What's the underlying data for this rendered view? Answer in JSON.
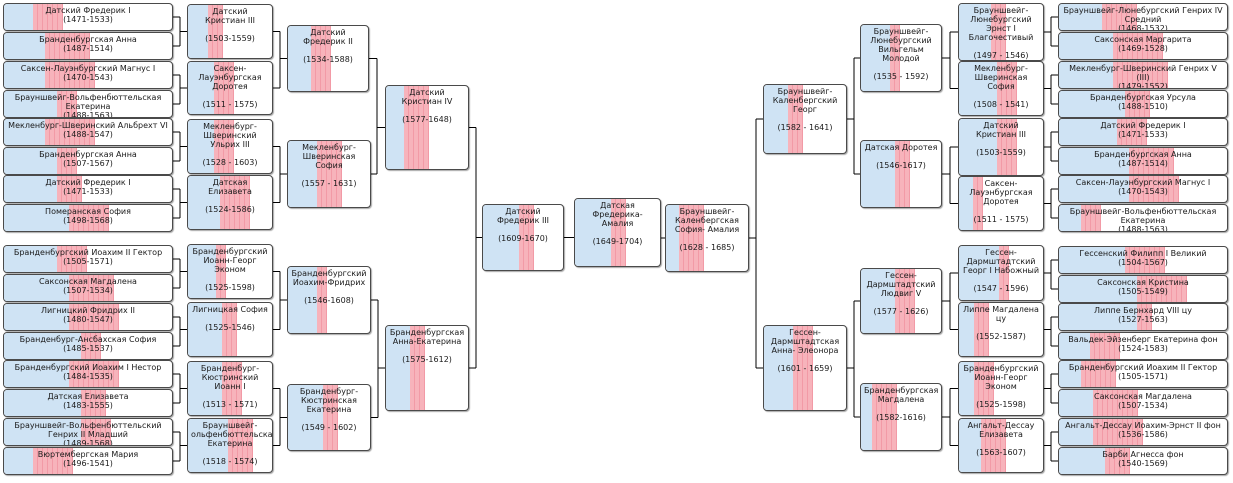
{
  "people": {
    "c": {
      "name": "Датская Фредерика-Амалия",
      "years": "(1649-1704)"
    },
    "f": {
      "name": "Датский Фредерик III",
      "years": "(1609-1670)"
    },
    "m": {
      "name": "Брауншвейг-Каленбергская София- Амалия",
      "years": "(1628 - 1685)"
    },
    "ff": {
      "name": "Датский Кристиан IV",
      "years": "(1577-1648)"
    },
    "fm": {
      "name": "Бранденбургская Анна-Екатерина",
      "years": "(1575-1612)"
    },
    "fff": {
      "name": "Датский Фредерик II",
      "years": "(1534-1588)"
    },
    "ffm": {
      "name": "Мекленбург-Шверинская София",
      "years": "(1557 - 1631)"
    },
    "fmf": {
      "name": "Бранденбургский Иоахим-Фридрих",
      "years": "(1546-1608)"
    },
    "fmm": {
      "name": "Бранденбург-Кюстринская Екатерина",
      "years": "(1549 - 1602)"
    },
    "ffff": {
      "name": "Датский Кристиан III",
      "years": "(1503-1559)"
    },
    "fffm": {
      "name": "Саксен-Лауэнбургская Доротея",
      "years": "(1511 - 1575)"
    },
    "ffmf": {
      "name": "Мекленбург-Шверинский Ульрих III",
      "years": "(1528 - 1603)"
    },
    "ffmm": {
      "name": "Датская Елизавета",
      "years": "(1524-1586)"
    },
    "fmff": {
      "name": "Бранденбургский Иоанн-Георг Эконом",
      "years": "(1525-1598)"
    },
    "fmfm": {
      "name": "Лигницкая София",
      "years": "(1525-1546)"
    },
    "fmmf": {
      "name": "Бранденбург-Кюстринский Иоанн I",
      "years": "(1513 - 1571)"
    },
    "fmmm": {
      "name": "Брауншвейг-ольфенбюттельска Екатерина",
      "years": "(1518 - 1574)"
    },
    "fffff": {
      "name": "Датский Фредерик I",
      "years": "(1471-1533)"
    },
    "ffffm": {
      "name": "Бранденбургская Анна",
      "years": "(1487-1514)"
    },
    "fffmf": {
      "name": "Саксен-Лауэнбургский Магнус I",
      "years": "(1470-1543)"
    },
    "fffmm": {
      "name": "Брауншвейг-Вольфенбюттельская Екатерина",
      "years": "(1488-1563)"
    },
    "ffmff": {
      "name": "Мекленбург-Шверинский Альбрехт VI",
      "years": "(1488-1547)"
    },
    "ffmfm": {
      "name": "Бранденбургская Анна",
      "years": "(1507-1567)"
    },
    "ffmmf": {
      "name": "Датский Фредерик I",
      "years": "(1471-1533)"
    },
    "ffmmm": {
      "name": "Померанская София",
      "years": "(1498-1568)"
    },
    "fmfff": {
      "name": "Бранденбургский Иоахим II Гектор",
      "years": "(1505-1571)"
    },
    "fmffm": {
      "name": "Саксонская Магдалена",
      "years": "(1507-1534)"
    },
    "fmfmf": {
      "name": "Лигницкий Фридрих II",
      "years": "(1480-1547)"
    },
    "fmfmm": {
      "name": "Бранденбург-Ансбахская София",
      "years": "(1485-1537)"
    },
    "fmmff": {
      "name": "Бранденбургский Иоахим I Нестор",
      "years": "(1484-1535)"
    },
    "fmmfm": {
      "name": "Датская Елизавета",
      "years": "(1483-1555)"
    },
    "fmmmf": {
      "name": "Брауншвейг-Вольфенбюттельский Генрих II Младший",
      "years": "(1489-1568)"
    },
    "fmmmm": {
      "name": "Вюртембергская Мария",
      "years": "(1496-1541)"
    },
    "mf": {
      "name": "Брауншвейг-Каленбергский Георг",
      "years": "(1582 - 1641)"
    },
    "mm": {
      "name": "Гессен-Дармштадтская Анна- Элеонора",
      "years": "(1601 - 1659)"
    },
    "mff": {
      "name": "Брауншвейг-Люнебургский Вильгельм Молодой",
      "years": "(1535 - 1592)"
    },
    "mfm": {
      "name": "Датская Доротея",
      "years": "(1546-1617)"
    },
    "mmf": {
      "name": "Гессен-Дармштадтский Людвиг V",
      "years": "(1577 - 1626)"
    },
    "mmm": {
      "name": "Бранденбургская Магдалена",
      "years": "(1582-1616)"
    },
    "mfff": {
      "name": "Брауншвейг-Люнебургский Эрнст I Благочестивый",
      "years": "(1497 - 1546)"
    },
    "mffm": {
      "name": "Мекленбург-Шверинская София",
      "years": "(1508 - 1541)"
    },
    "mfmf": {
      "name": "Датский Кристиан III",
      "years": "(1503-1559)"
    },
    "mfmm": {
      "name": "Саксен-Лауэнбургская Доротея",
      "years": "(1511 - 1575)"
    },
    "mmff": {
      "name": "Гессен-Дармштадтский Георг I Набожный",
      "years": "(1547 - 1596)"
    },
    "mmfm": {
      "name": "Липпе Магдалена цу",
      "years": "(1552-1587)"
    },
    "mmmf": {
      "name": "Бранденбургский Иоанн-Георг Эконом",
      "years": "(1525-1598)"
    },
    "mmmm": {
      "name": "Ангальт-Дессау Елизавета",
      "years": "(1563-1607)"
    },
    "mffff": {
      "name": "Брауншвейг-Люнебургский Генрих IV Средний",
      "years": "(1468-1532)"
    },
    "mfffm": {
      "name": "Саксонская Маргарита",
      "years": "(1469-1528)"
    },
    "mffmf": {
      "name": "Мекленбург-Шверинский Генрих V (III)",
      "years": "(1479-1552)"
    },
    "mffmm": {
      "name": "Бранденбургская Урсула",
      "years": "(1488-1510)"
    },
    "mfmff": {
      "name": "Датский Фредерик I",
      "years": "(1471-1533)"
    },
    "mfmfm": {
      "name": "Бранденбургская Анна",
      "years": "(1487-1514)"
    },
    "mfmmf": {
      "name": "Саксен-Лауэнбургский Магнус I",
      "years": "(1470-1543)"
    },
    "mfmmm": {
      "name": "Брауншвейг-Вольфенбюттельская Екатерина",
      "years": "(1488-1563)"
    },
    "mmfff": {
      "name": "Гессенский Филипп I Великий",
      "years": "(1504-1567)"
    },
    "mmffm": {
      "name": "Саксонская Кристина",
      "years": "(1505-1549)"
    },
    "mmfmf": {
      "name": "Липпе Бернхард VIII цу",
      "years": "(1527-1563)"
    },
    "mmfmm": {
      "name": "Вальдек-Эйзенберг Екатерина фон",
      "years": "(1524-1583)"
    },
    "mmmff": {
      "name": "Бранденбургский Иоахим II Гектор",
      "years": "(1505-1571)"
    },
    "mmmfm": {
      "name": "Саксонская Магдалена",
      "years": "(1507-1534)"
    },
    "mmmmf": {
      "name": "Ангальт-Дессау Иоахим-Эрнст II фон",
      "years": "(1536-1586)"
    },
    "mmmmm": {
      "name": "Барби Агнесса фон",
      "years": "(1540-1569)"
    }
  },
  "colors": {
    "line": "#000000",
    "border": "#4a4a4a",
    "male_bar": "#cfe3f4",
    "female_bar": "#f7b3bb",
    "divider": "#f29aa6"
  },
  "icons": {}
}
